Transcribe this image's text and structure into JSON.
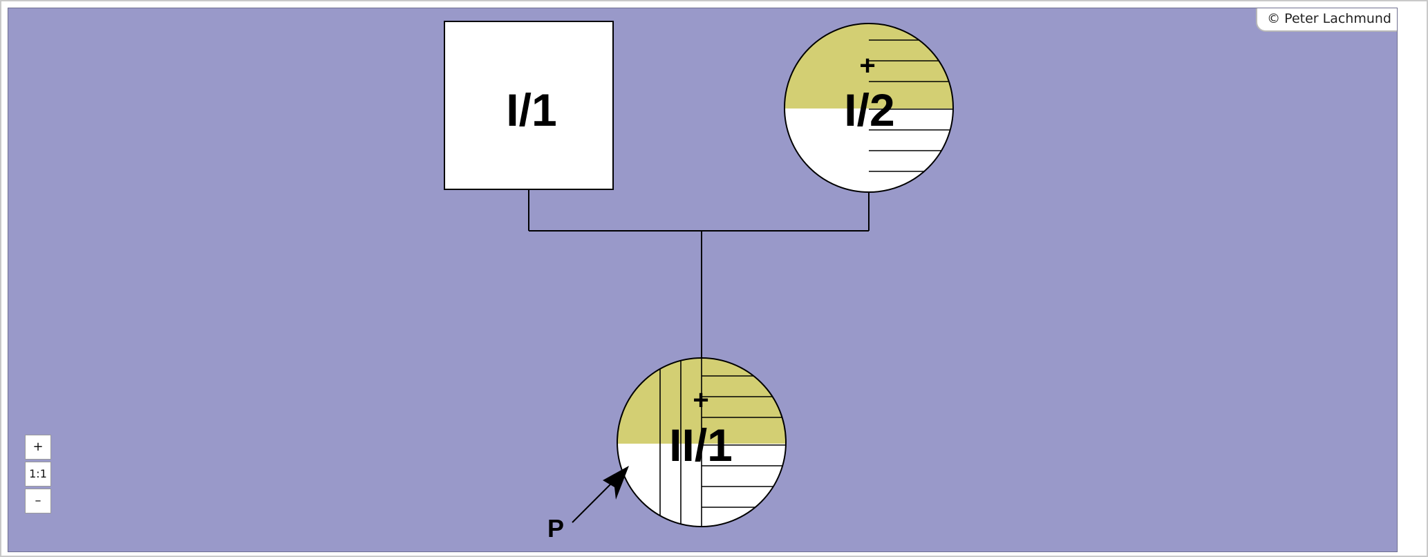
{
  "copyright": "© Peter Lachmund",
  "zoom_controls": {
    "zoom_in": "+",
    "reset": "1:1",
    "zoom_out": "–"
  },
  "colors": {
    "background": "#9999c9",
    "affected_fill": "#d3cf73",
    "symbol_fill": "#ffffff",
    "stroke": "#000000"
  },
  "pedigree": {
    "individuals": [
      {
        "id": "I/1",
        "sex": "male",
        "shape": "square",
        "deceased": false,
        "proband": false
      },
      {
        "id": "I/2",
        "sex": "female",
        "shape": "circle",
        "deceased": true,
        "deceased_mark": "+",
        "proband": false
      },
      {
        "id": "II/1",
        "sex": "female",
        "shape": "circle",
        "deceased": true,
        "deceased_mark": "+",
        "proband": true
      }
    ],
    "proband_label": "P",
    "relationships": [
      {
        "partners": [
          "I/1",
          "I/2"
        ],
        "children": [
          "II/1"
        ]
      }
    ]
  }
}
